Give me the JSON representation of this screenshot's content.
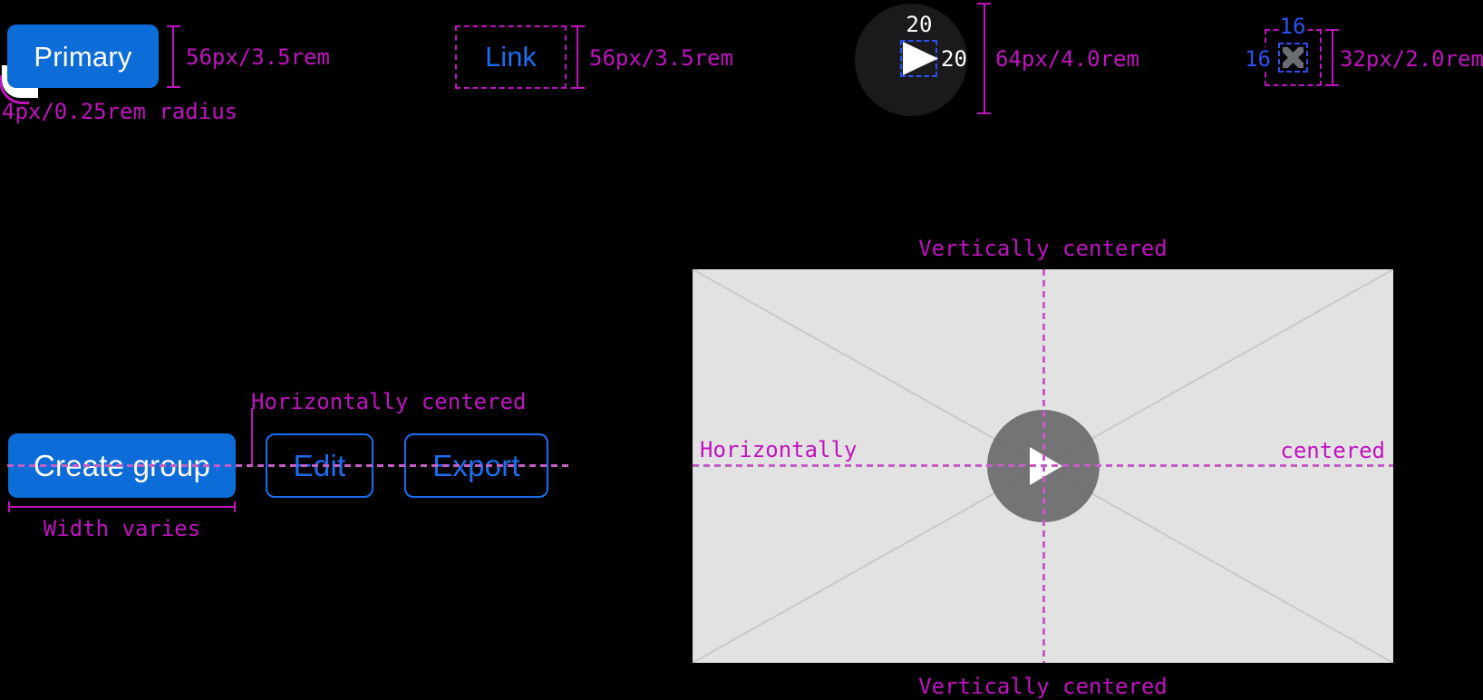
{
  "top_row": {
    "primary": {
      "label": "Primary",
      "height_measure": "56px/3.5rem",
      "radius_note": "4px/0.25rem radius"
    },
    "link": {
      "label": "Link",
      "height_measure": "56px/3.5rem"
    },
    "icon_button": {
      "icon": "play-icon",
      "icon_width_label": "20",
      "icon_height_label": "20",
      "height_measure": "64px/4.0rem"
    },
    "close_button": {
      "icon": "close-icon",
      "icon_width_label": "16",
      "icon_height_label": "16",
      "height_measure": "32px/2.0rem"
    }
  },
  "alignment_section": {
    "annotation": "Horizontally centered",
    "primary_label": "Create group",
    "secondary_labels": [
      "Edit",
      "Export"
    ],
    "width_note": "Width varies"
  },
  "media_section": {
    "top_label": "Vertically centered",
    "bottom_label": "Vertically centered",
    "left_label": "Horizontally",
    "right_label": "centered",
    "icon": "play-icon"
  },
  "colors": {
    "brand_fill": "#0c6cd8",
    "link_blue": "#1b6ef0",
    "accent_blue": "#2b50f0",
    "measure_magenta": "#c013c0",
    "guide_orchid": "#c45ec4",
    "icon_gray": "#6a6e73",
    "placeholder_bg": "#e2e2e2",
    "dark_circle_bg": "#1a1a1c"
  }
}
